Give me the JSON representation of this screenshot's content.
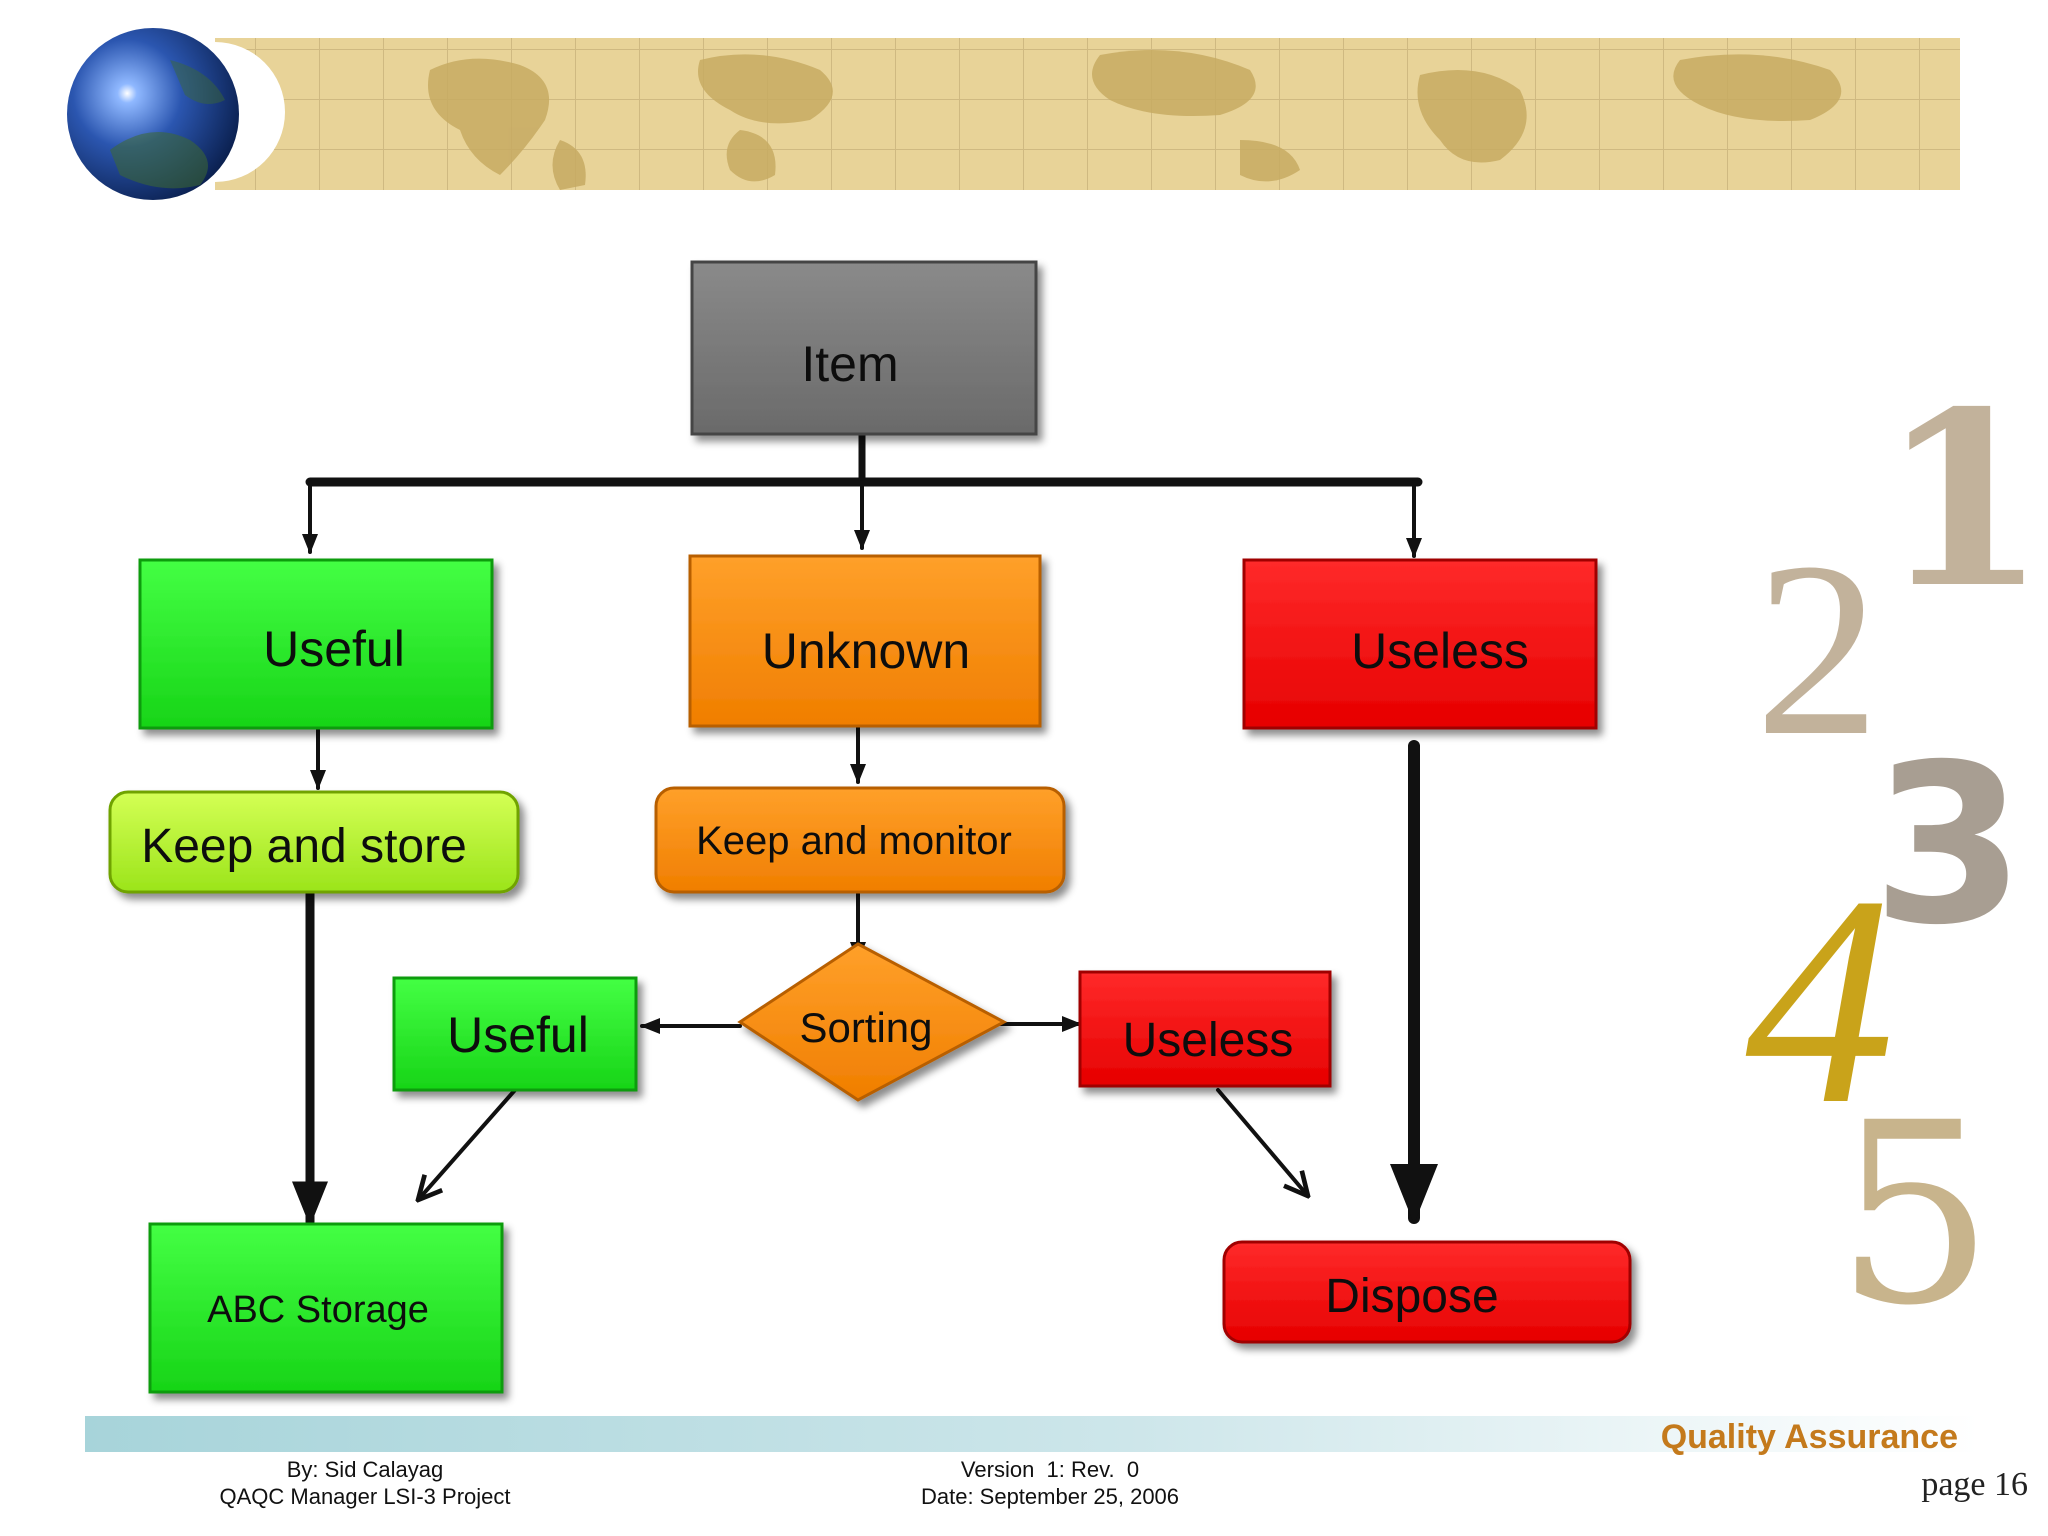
{
  "diagram": {
    "nodes": {
      "item": "Item",
      "useful": "Useful",
      "unknown": "Unknown",
      "useless": "Useless",
      "keep_store": "Keep and store",
      "keep_monitor": "Keep and monitor",
      "sorting": "Sorting",
      "useful_2": "Useful",
      "useless_2": "Useless",
      "abc_storage": "ABC Storage",
      "dispose": "Dispose"
    },
    "colors": {
      "gray": "#7b7b7b",
      "green": "#22ee22",
      "lime": "#b5f227",
      "orange": "#ff8c00",
      "red": "#ff0000"
    }
  },
  "decor": {
    "numbers": [
      "1",
      "2",
      "3",
      "4",
      "5"
    ]
  },
  "footer": {
    "section": "Quality Assurance",
    "author": "By: Sid Calayag",
    "role": "QAQC Manager LSI-3 Project",
    "version": "Version  1: Rev.  0",
    "date": "Date: September 25, 2006",
    "page": "page 16"
  }
}
